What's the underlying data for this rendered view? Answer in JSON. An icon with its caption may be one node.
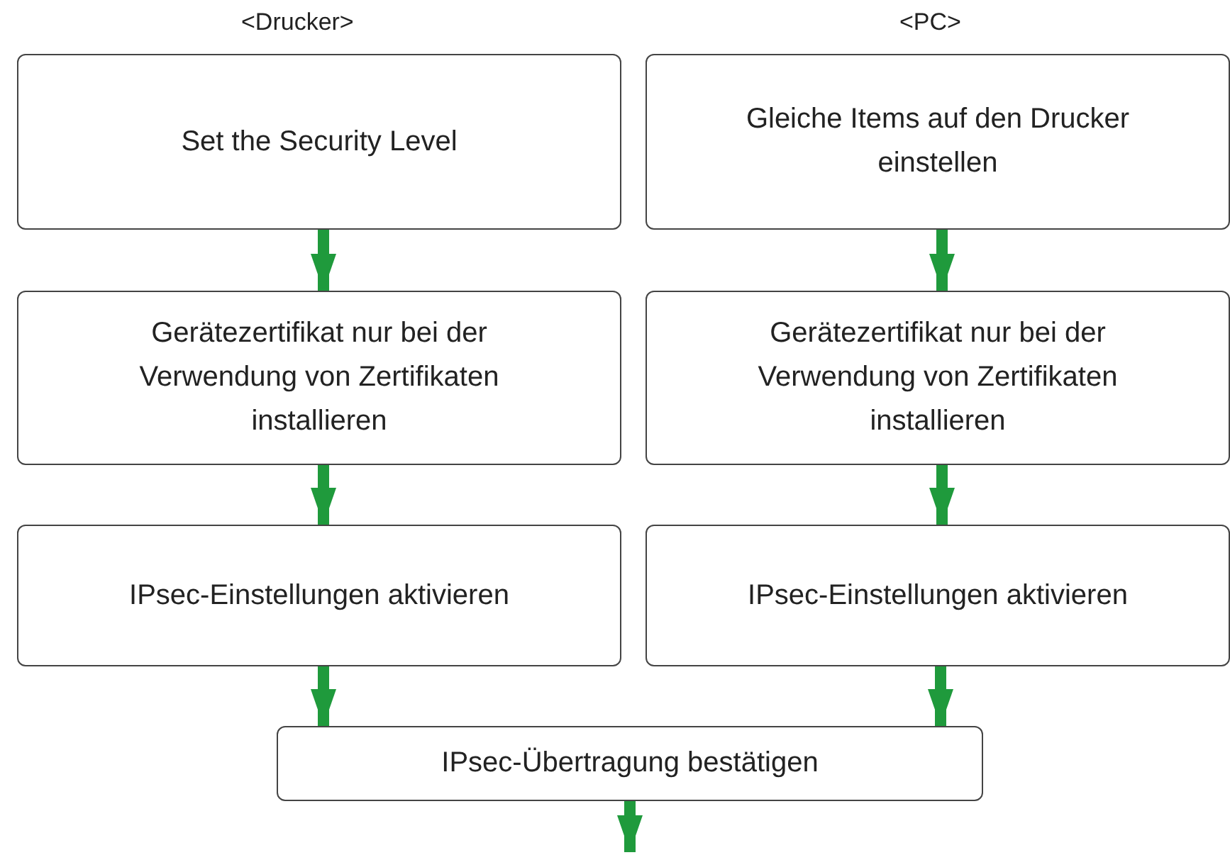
{
  "diagram": {
    "nodes": [
      {
        "text": [
          "Set the Security Level"
        ]
      },
      {
        "text": [
          "Gleiche Items auf den Drucker einstellen"
        ]
      },
      {
        "text": [
          "Gerätezertifikat nur bei der Verwendung von Zertifikaten installieren"
        ]
      },
      {
        "text": [
          "Gerätezertifikat nur bei der Verwendung von Zertifikaten installieren"
        ]
      },
      {
        "text": [
          "IPsec-Einstellungen aktivieren"
        ]
      },
      {
        "text": [
          "IPsec-Einstellungen aktivieren"
        ]
      },
      {
        "text": [
          "IPsec-Übertragung bestätigen"
        ]
      }
    ],
    "edges": [
      {
        "from": 0,
        "to": 2,
        "arrow": "to"
      },
      {
        "from": 2,
        "to": 4,
        "arrow": "to"
      },
      {
        "from": 4,
        "to": 6,
        "arrow": "to"
      },
      {
        "from": 1,
        "to": 3,
        "arrow": "to"
      },
      {
        "from": 3,
        "to": 5,
        "arrow": "to"
      },
      {
        "from": 5,
        "to": 6,
        "arrow": "to"
      },
      {
        "from": 6,
        "to": null,
        "arrow": "to"
      }
    ],
    "labels": [
      "<Drucker>",
      "<PC>"
    ]
  }
}
